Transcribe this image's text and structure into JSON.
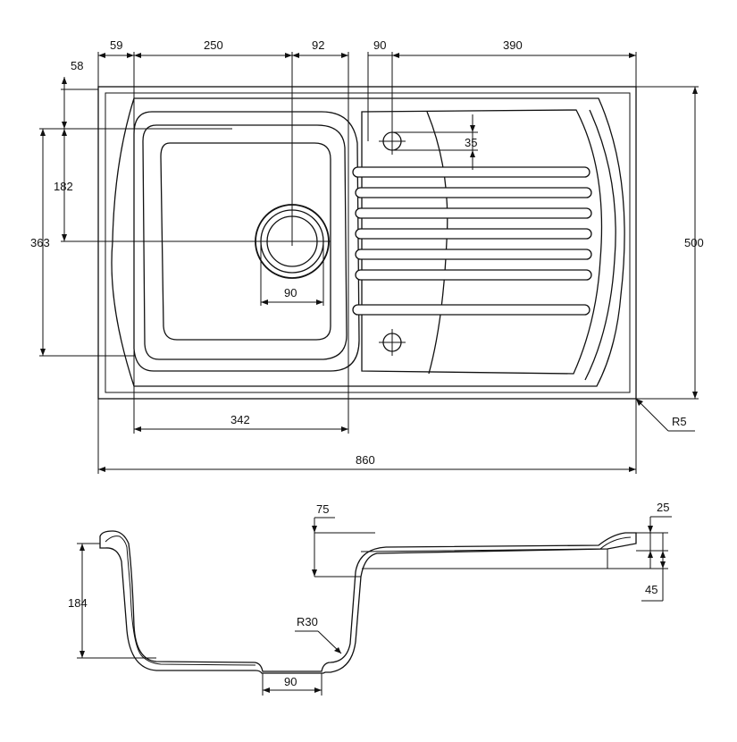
{
  "dimensions": {
    "top_59": "59",
    "top_250": "250",
    "top_92": "92",
    "top_90": "90",
    "top_390": "390",
    "left_58": "58",
    "left_182": "182",
    "left_363": "363",
    "right_500": "500",
    "tap_35": "35",
    "waste_90": "90",
    "bowl_342": "342",
    "overall_860": "860",
    "corner_r5": "R5",
    "section_75": "75",
    "section_25": "25",
    "section_45": "45",
    "section_184": "184",
    "section_r30": "R30",
    "section_90": "90"
  }
}
